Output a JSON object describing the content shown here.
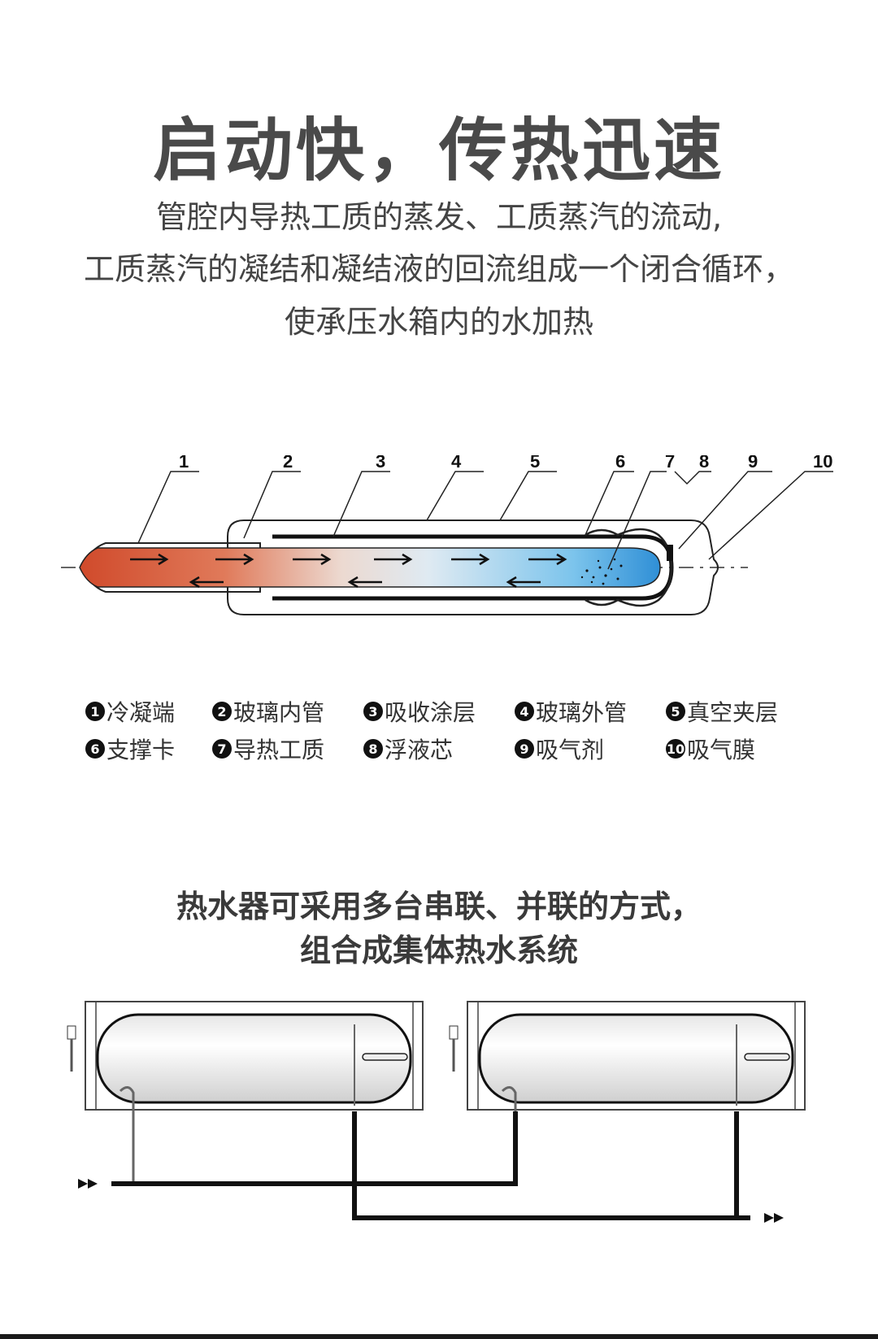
{
  "heading": "启动快，传热迅速",
  "description": [
    "管腔内导热工质的蒸发、工质蒸汽的流动,",
    "工质蒸汽的凝结和凝结液的回流组成一个闭合循环，",
    "使承压水箱内的水加热"
  ],
  "diagram_numbers": [
    "1",
    "2",
    "3",
    "4",
    "5",
    "6",
    "7",
    "8",
    "9",
    "10"
  ],
  "legend": [
    {
      "num": "1",
      "label": "冷凝端"
    },
    {
      "num": "2",
      "label": "玻璃内管"
    },
    {
      "num": "3",
      "label": "吸收涂层"
    },
    {
      "num": "4",
      "label": "玻璃外管"
    },
    {
      "num": "5",
      "label": "真空夹层"
    },
    {
      "num": "6",
      "label": "支撑卡"
    },
    {
      "num": "7",
      "label": "导热工质"
    },
    {
      "num": "8",
      "label": "浮液芯"
    },
    {
      "num": "9",
      "label": "吸气剂"
    },
    {
      "num": "10",
      "label": "吸气膜"
    }
  ],
  "subtitle": [
    "热水器可采用多台串联、并联的方式，",
    "组合成集体热水系统"
  ],
  "colors": {
    "hot": "#d04a2b",
    "cold": "#3aa0e0",
    "line": "#1a1a1a"
  }
}
